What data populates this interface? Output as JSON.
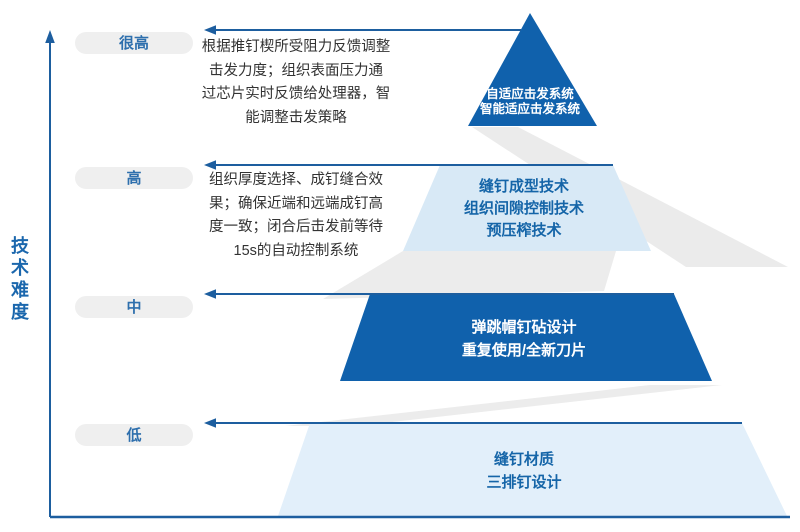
{
  "y_axis": {
    "label": "技术难度"
  },
  "levels": [
    {
      "label": "很高",
      "description_lines": [
        "根据推钉楔所受阻力反馈调整",
        "击发力度；组织表面压力通",
        "过芯片实时反馈给处理器，智",
        "能调整击发策略"
      ]
    },
    {
      "label": "高",
      "description_lines": [
        "组织厚度选择、成钉缝合效",
        "果；确保近端和远端成钉高",
        "度一致；闭合后击发前等待",
        "15s的自动控制系统"
      ]
    },
    {
      "label": "中",
      "description_lines": []
    },
    {
      "label": "低",
      "description_lines": []
    }
  ],
  "pyramid_tiers": [
    {
      "level": "很高",
      "style": "dark",
      "lines": [
        "自适应击发系统",
        "智能适应击发系统"
      ]
    },
    {
      "level": "高",
      "style": "light",
      "lines": [
        "缝钉成型技术",
        "组织间隙控制技术",
        "预压榨技术"
      ]
    },
    {
      "level": "中",
      "style": "dark",
      "lines": [
        "弹跳帽钉砧设计",
        "重复使用/全新刀片"
      ]
    },
    {
      "level": "低",
      "style": "light",
      "lines": [
        "缝钉材质",
        "三排钉设计"
      ]
    }
  ],
  "colors": {
    "dark_blue": "#1061ac",
    "tier2_light_blue": "#d8e9f6",
    "tier4_light_blue": "#e2effa",
    "line_blue": "#1d5e9f",
    "pill_background": "#efefef",
    "pill_text": "#2e6fad",
    "light_tier_text": "#1565a8",
    "shadow_gray": "#ebebeb",
    "description_text": "#333333"
  }
}
